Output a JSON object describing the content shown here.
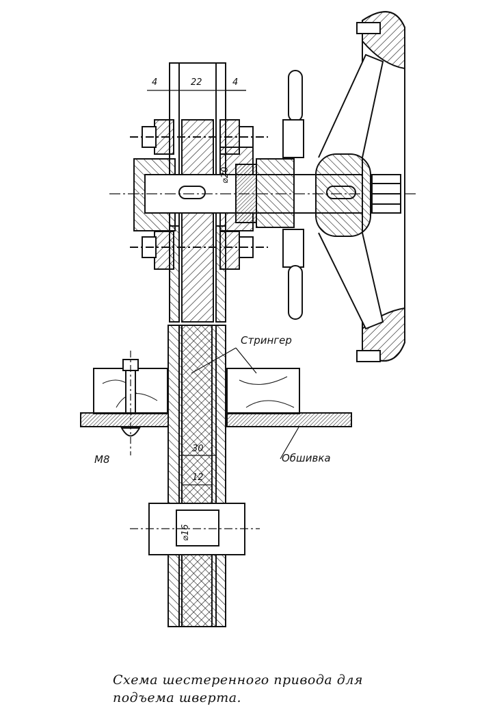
{
  "dimensions": {
    "d1": "4",
    "d2": "22",
    "d3": "4",
    "shaft": "⌀20",
    "width30": "30",
    "width12": "12",
    "pin": "⌀16"
  },
  "labels": {
    "stringer": "Стрингер",
    "skin": "Обшивка",
    "bolt": "М8"
  },
  "caption": {
    "line1": "Схема шестеренного привода для",
    "line2": "подъема шверта."
  }
}
